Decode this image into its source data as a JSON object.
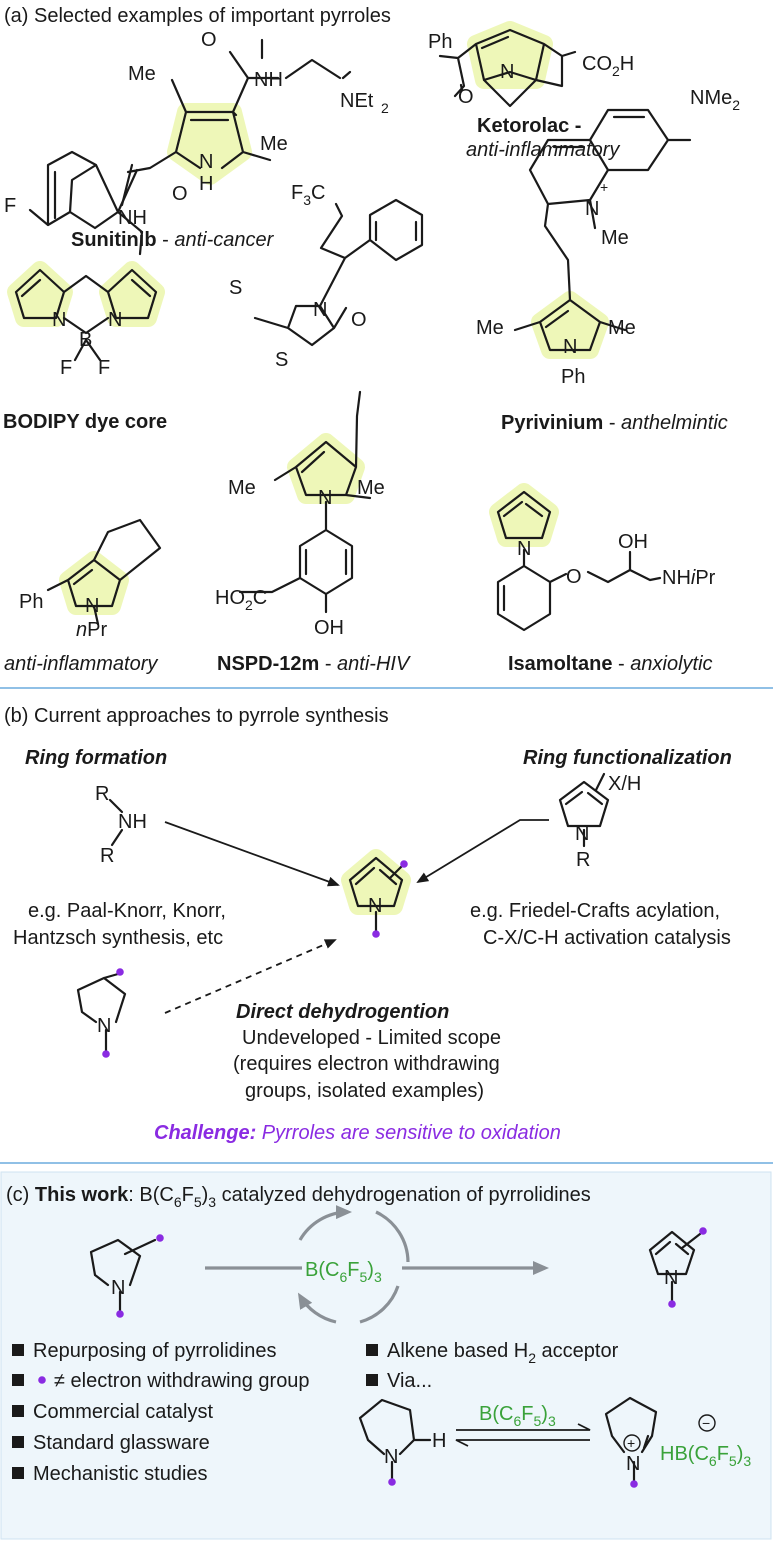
{
  "section_a": {
    "header": "(a) Selected examples of important pyrroles",
    "sunitinib": {
      "name": "Sunitinib",
      "desc": "anti-cancer",
      "dash": " - "
    },
    "ketorolac": {
      "name": "Ketorolac",
      "desc": "anti-inflammatory",
      "dash": " -"
    },
    "bodipy": {
      "name": "BODIPY dye core"
    },
    "pyrivinium": {
      "name": "Pyrivinium",
      "desc": "anthelmintic",
      "dash": " - "
    },
    "nspd": {
      "name": "NSPD-12m",
      "desc": "anti-HIV",
      "dash": " - "
    },
    "isamoltane": {
      "name": "Isamoltane",
      "desc": "anxiolytic",
      "dash": " - "
    },
    "unnamed": {
      "desc": "anti-inflammatory"
    },
    "atoms": {
      "me": "Me",
      "nh": "NH",
      "net2": "NEt",
      "net2_sub": "2",
      "f": "F",
      "o": "O",
      "h": "H",
      "n": "N",
      "ph": "Ph",
      "co2h": "CO",
      "co2h_sub": "2",
      "co2h_tail": "H",
      "nme2": "NMe",
      "nme2_sub": "2",
      "b": "B",
      "s": "S",
      "f3c": "F",
      "f3c_sub": "3",
      "f3c_tail": "C",
      "ho2c": "HO",
      "ho2c_sub": "2",
      "ho2c_tail": "C",
      "oh": "OH",
      "npr_n": "n",
      "npr": "Pr",
      "nhipr": "NH",
      "nhipr_i": "i",
      "nhipr_tail": "Pr",
      "plus": "+"
    }
  },
  "section_b": {
    "header": "(b) Current approaches to pyrrole synthesis",
    "ring_formation": "Ring formation",
    "ring_functionalization": "Ring functionalization",
    "rf_examples_1": "e.g. Paal-Knorr, Knorr,",
    "rf_examples_2": "Hantzsch synthesis, etc",
    "func_examples_1": "e.g. Friedel-Crafts acylation,",
    "func_examples_2": "C-X/C-H activation catalysis",
    "direct_title": "Direct dehydrogention",
    "direct_1": "Undeveloped - Limited scope",
    "direct_2": "(requires electron withdrawing",
    "direct_3": "groups, isolated examples)",
    "challenge_label": "Challenge:",
    "challenge_text": " Pyrroles are sensitive to oxidation",
    "atoms": {
      "r": "R",
      "nh": "NH",
      "n": "N",
      "xh": "X/H"
    }
  },
  "section_c": {
    "header_prefix": "(c) ",
    "header_bold": "This work",
    "header_rest": ": B(C",
    "header_sub1": "6",
    "header_mid": "F",
    "header_sub2": "5",
    "header_end": ")",
    "header_sub3": "3",
    "header_tail": " catalyzed dehydrogenation of pyrrolidines",
    "catalyst": {
      "a": "B(C",
      "b": "6",
      "c": "F",
      "d": "5",
      "e": ")",
      "f": "3"
    },
    "bullets_left": [
      "Repurposing of pyrrolidines",
      "≠ electron withdrawing group",
      "Commercial catalyst",
      "Standard glassware",
      "Mechanistic studies"
    ],
    "bullets_right": {
      "acceptor_a": "Alkene based H",
      "acceptor_sub": "2",
      "acceptor_b": " acceptor",
      "via": "Via..."
    },
    "borohydride": {
      "a": "HB(C",
      "b": "6",
      "c": "F",
      "d": "5",
      "e": ")",
      "f": "3"
    },
    "atoms": {
      "n": "N",
      "h": "H",
      "plus": "+",
      "minus": "−"
    }
  },
  "colors": {
    "halo": "#eef7b8",
    "accent_purple": "#8a2be2",
    "catalyst_green": "#3aa23a",
    "divider_blue": "#4d9bd6",
    "panel_bg": "#eef6fb",
    "cycle_arrow": "#8a9096"
  }
}
